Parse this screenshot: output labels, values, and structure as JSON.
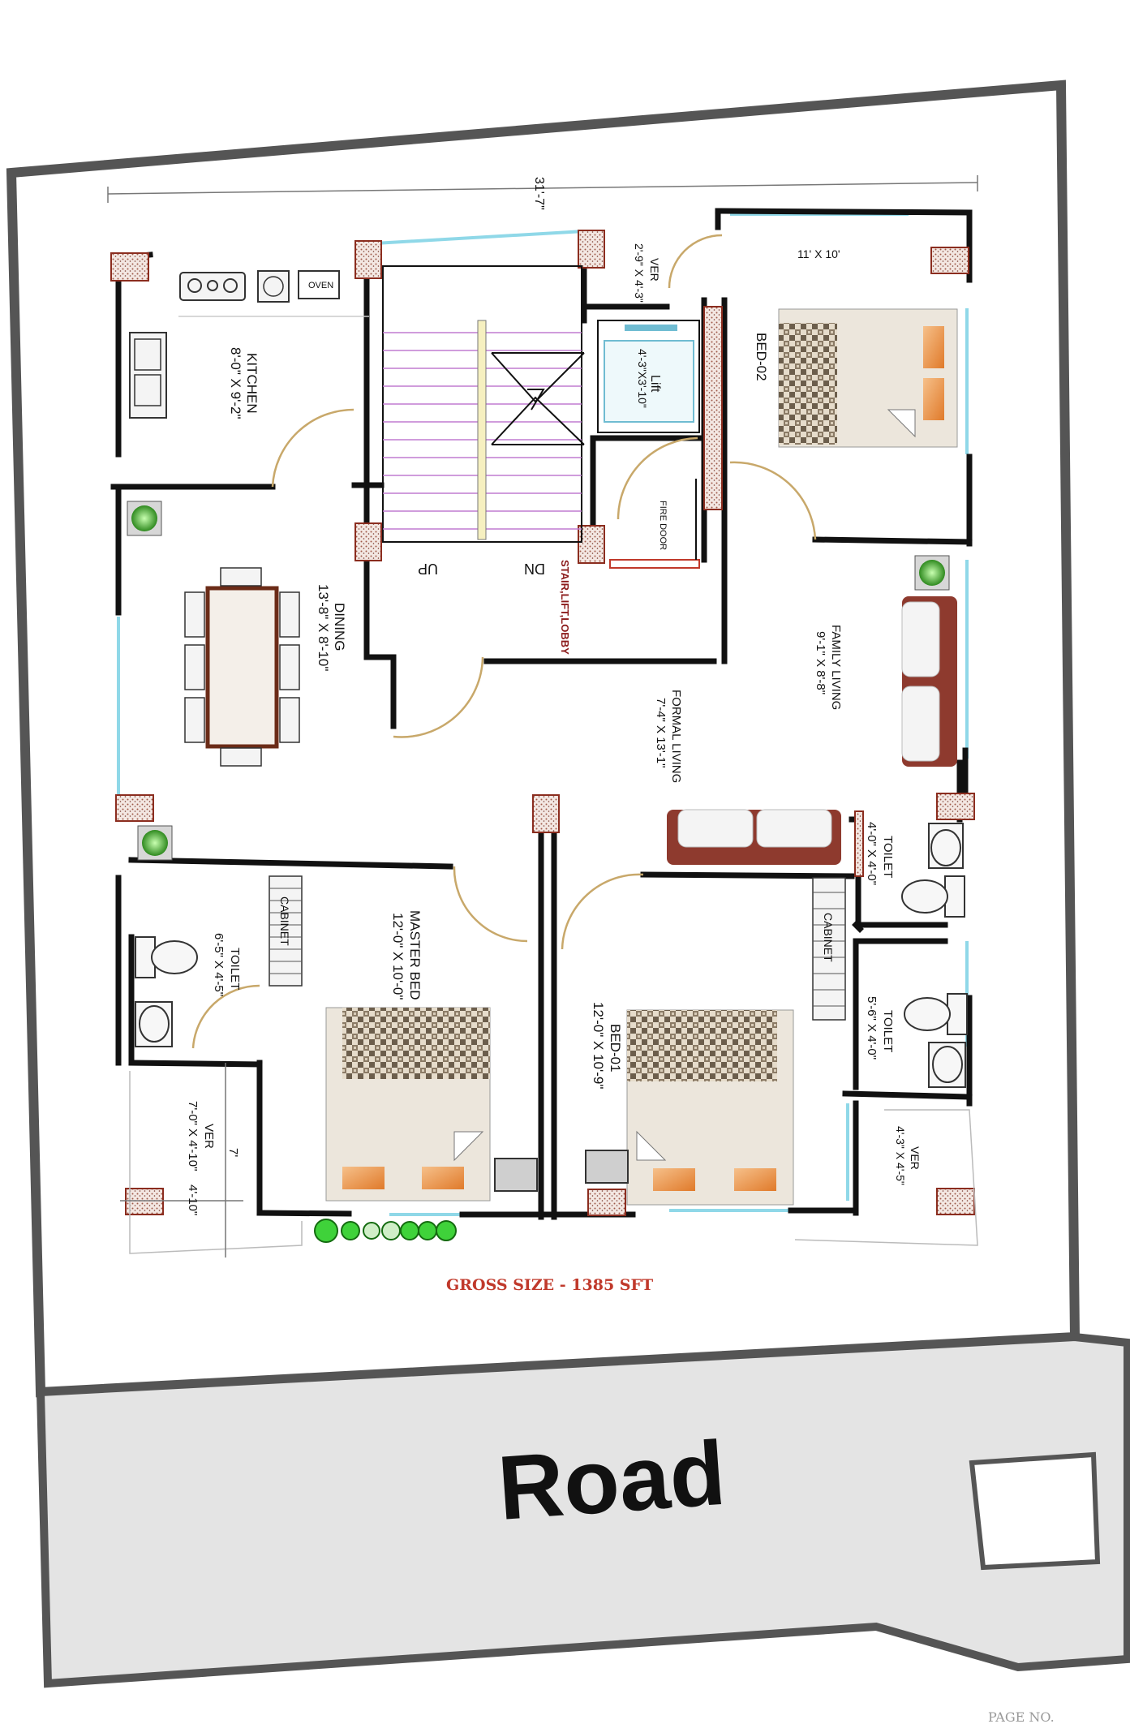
{
  "overall_dim": "31'-7\"",
  "rooms": {
    "kitchen": {
      "name": "KITCHEN",
      "size": "8'-0\" X 9'-2\""
    },
    "oven": "OVEN",
    "ver_top": {
      "name": "VER",
      "size": "2'-9\" X 4'-3\""
    },
    "lift": {
      "name": "Lift",
      "size": "4'-3\"X3'-10\""
    },
    "fire_door": "FIRE DOOR",
    "stair_lobby": "STAIR,LIFT,LOBBY",
    "up": "UP",
    "dn": "DN",
    "bed02": {
      "name": "BED-02",
      "size": "11' X 10'"
    },
    "dining": {
      "name": "DINING",
      "size": "13'-8\" X 8'-10\""
    },
    "family_living": {
      "name": "FAMILY LIVING",
      "size": "9'-1\" X 8'-8\""
    },
    "formal_living": {
      "name": "FORMAL LIVING",
      "size": "7'-4\" X 13'-1\""
    },
    "toilet_right_top": {
      "name": "TOILET",
      "size": "4'-0\" X 4'-0\""
    },
    "cabinet_left": "CABINET",
    "cabinet_right": "CABINET",
    "master_bed": {
      "name": "MASTER BED",
      "size": "12'-0\" X 10'-0\""
    },
    "toilet_left": {
      "name": "TOILET",
      "size": "6'-5\" X 4'-5\""
    },
    "bed01": {
      "name": "BED-01",
      "size": "12'-0\" X 10'-9\""
    },
    "toilet_right_bottom": {
      "name": "TOILET",
      "size": "5'-6\" X 4'-0\""
    },
    "ver_bottom_left": {
      "name": "VER",
      "size": "7'-0\" X 4'-10\""
    },
    "ver_bottom_left_dim": "4'-10\"",
    "ver_bottom_left_side": "7'",
    "ver_bottom_right": {
      "name": "VER",
      "size": "4'-3\" X 4'-5\""
    }
  },
  "gross_size": "GROSS SIZE - 1385 SFT",
  "road": "Road",
  "page_no": "PAGE NO."
}
